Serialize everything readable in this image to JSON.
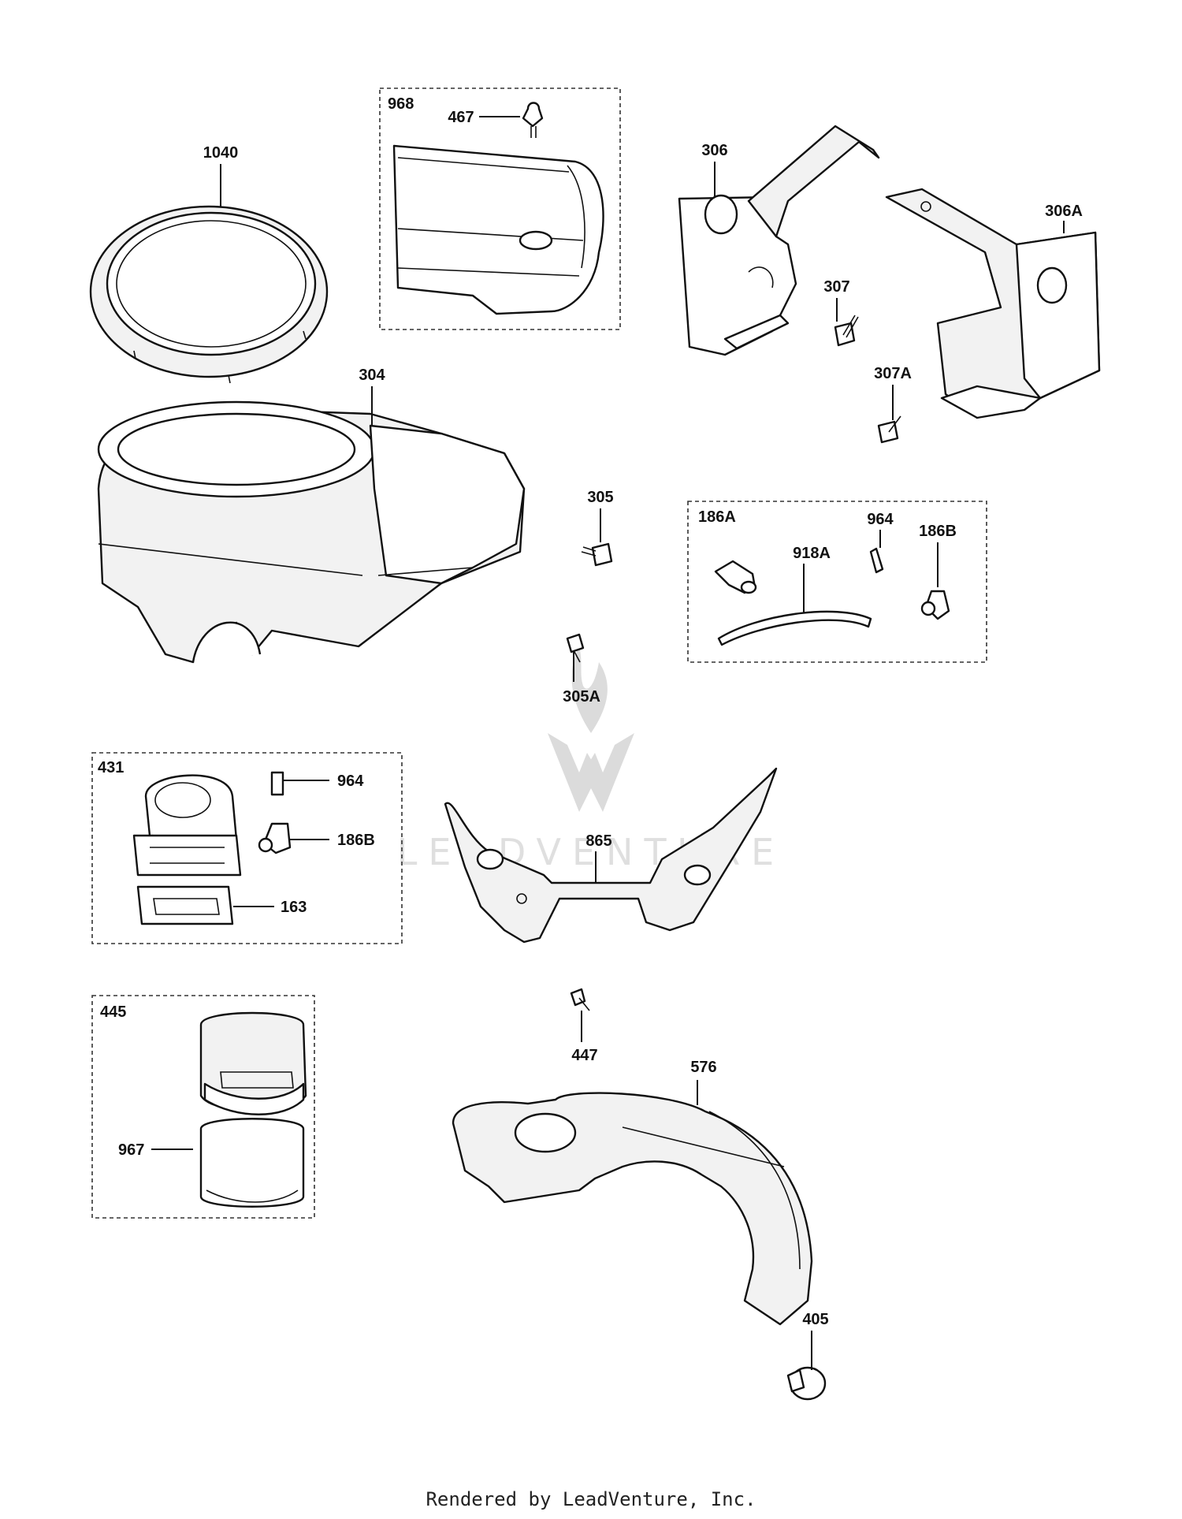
{
  "callouts": {
    "c1040": "1040",
    "c968": "968",
    "c467": "467",
    "c306": "306",
    "c306a": "306A",
    "c307": "307",
    "c307a": "307A",
    "c304": "304",
    "c305": "305",
    "c305a": "305A",
    "c186a": "186A",
    "c964a": "964",
    "c186b_a": "186B",
    "c918a": "918A",
    "c431": "431",
    "c964b": "964",
    "c186b_b": "186B",
    "c163": "163",
    "c865": "865",
    "c445": "445",
    "c967": "967",
    "c447": "447",
    "c576": "576",
    "c405": "405"
  },
  "watermark": {
    "text": "LEADVENTURE"
  },
  "footer": {
    "text": "Rendered by LeadVenture, Inc."
  }
}
